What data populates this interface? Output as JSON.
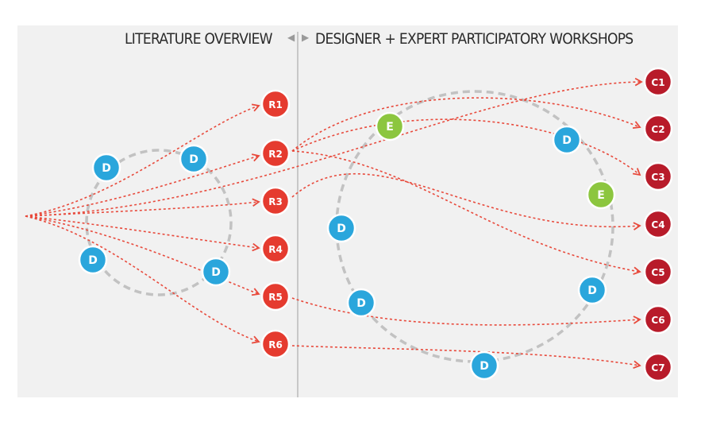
{
  "headers": {
    "left": "LITERATURE OVERVIEW",
    "right": "DESIGNER + EXPERT PARTICIPATORY WORKSHOPS"
  },
  "colors": {
    "background": "#f1f1f1",
    "designer_node": "#2aa6dc",
    "expert_node": "#8cc63f",
    "requirement_node": "#e53b2f",
    "criteria_node": "#b81b2a",
    "flow_line": "#e84a3c",
    "workshop_circle": "#c2c2c2"
  },
  "icons": {
    "section_divider": "divider-arrows-icon"
  },
  "left_workshop": {
    "nodes": [
      {
        "label": "D",
        "kind": "designer"
      },
      {
        "label": "D",
        "kind": "designer"
      },
      {
        "label": "D",
        "kind": "designer"
      },
      {
        "label": "D",
        "kind": "designer"
      }
    ]
  },
  "right_workshop": {
    "nodes": [
      {
        "label": "E",
        "kind": "expert"
      },
      {
        "label": "D",
        "kind": "designer"
      },
      {
        "label": "E",
        "kind": "expert"
      },
      {
        "label": "D",
        "kind": "designer"
      },
      {
        "label": "D",
        "kind": "designer"
      },
      {
        "label": "D",
        "kind": "designer"
      },
      {
        "label": "D",
        "kind": "designer"
      }
    ]
  },
  "requirements": [
    "R1",
    "R2",
    "R3",
    "R4",
    "R5",
    "R6"
  ],
  "criteria": [
    "C1",
    "C2",
    "C3",
    "C4",
    "C5",
    "C6",
    "C7"
  ]
}
